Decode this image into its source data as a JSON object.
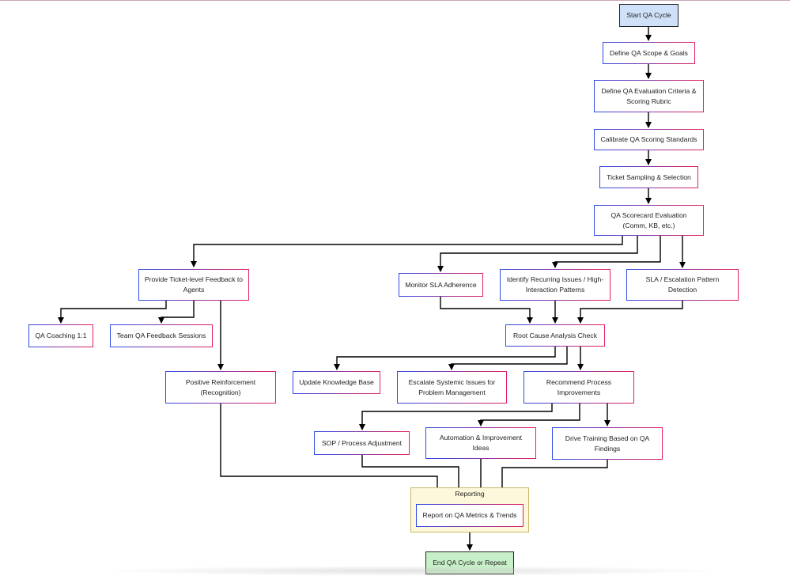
{
  "diagram": {
    "group_label": "Reporting",
    "nodes": {
      "start": "Start QA Cycle",
      "scope": "Define QA Scope & Goals",
      "criteria": "Define QA Evaluation Criteria & Scoring Rubric",
      "calibrate": "Calibrate QA Scoring Standards",
      "sampling": "Ticket Sampling & Selection",
      "scorecard": "QA Scorecard Evaluation (Comm, KB, etc.)",
      "feedback": "Provide Ticket-level Feedback to Agents",
      "sla_monitor": "Monitor SLA Adherence",
      "recurring": "Identify Recurring Issues / High-Interaction Patterns",
      "sla_escalation": "SLA / Escalation Pattern Detection",
      "coaching": "QA Coaching 1:1",
      "team_sessions": "Team QA Feedback Sessions",
      "root_cause": "Root Cause Analysis Check",
      "positive": "Positive Reinforcement (Recognition)",
      "update_kb": "Update Knowledge Base",
      "escalate": "Escalate Systemic Issues for Problem Management",
      "recommend": "Recommend Process Improvements",
      "sop": "SOP / Process Adjustment",
      "automation": "Automation & Improvement Ideas",
      "training": "Drive Training Based on QA Findings",
      "report": "Report on QA Metrics & Trends",
      "end": "End QA Cycle or Repeat"
    }
  }
}
